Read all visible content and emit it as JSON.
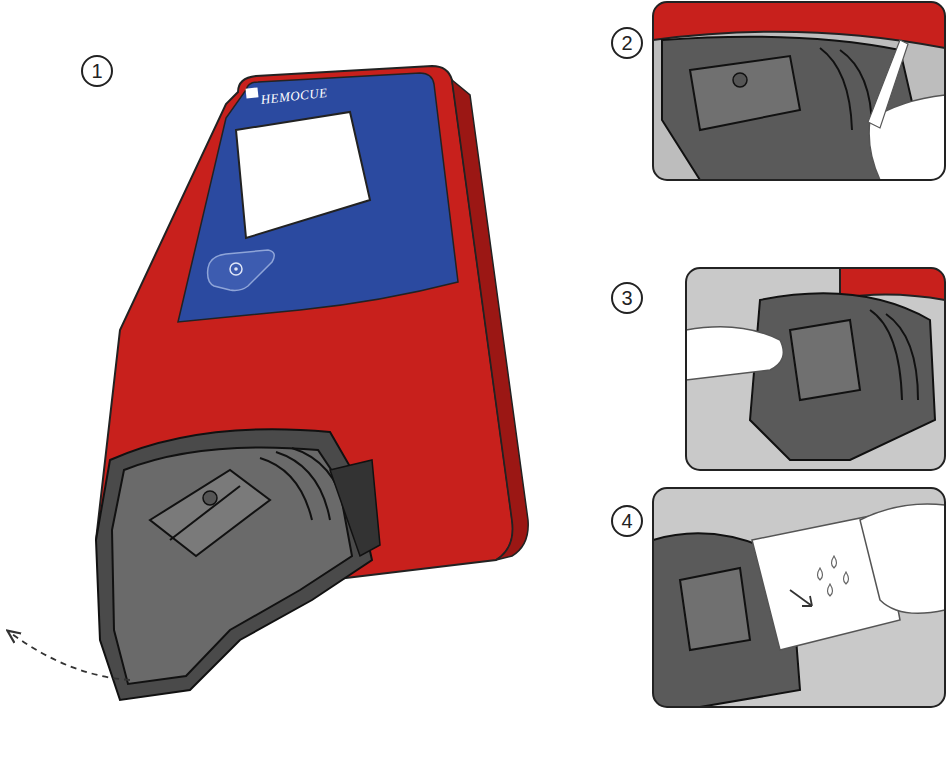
{
  "diagram": {
    "nodes": [
      {
        "text": [
          "1"
        ]
      },
      {
        "text": [
          "2"
        ]
      },
      {
        "text": [
          "3"
        ]
      },
      {
        "text": [
          "4"
        ]
      }
    ],
    "labels": [
      "HEMOCUE"
    ]
  }
}
